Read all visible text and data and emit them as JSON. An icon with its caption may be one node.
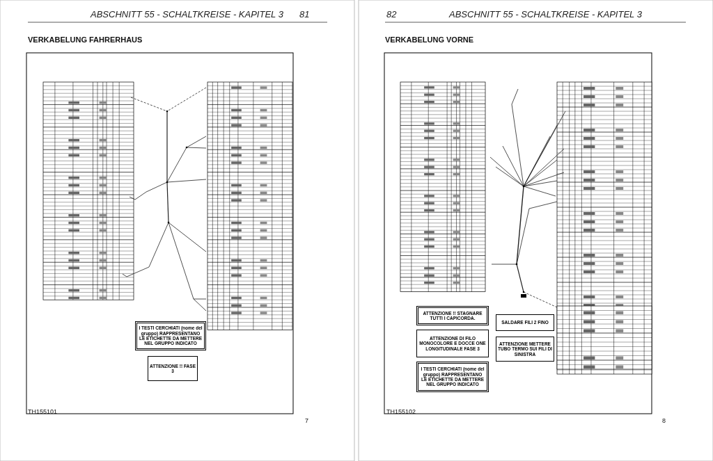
{
  "diagram": {
    "nodes": [
      {
        "text": [
          "I TESTI CERCHIATI (nome del gruppo) RAPPRESENTANO LE ETICHETTE DA METTERE NEL GRUPPO INDICATO"
        ]
      },
      {
        "text": [
          "ATTENZIONE !! FASE 3"
        ]
      },
      {
        "text": [
          "ATTENZIONE !! STAGNARE TUTTI I CAPICORDA."
        ]
      },
      {
        "text": [
          "ATTENZIONE DI FILO MONOCOLORE E DOCCE ONE LONGITUDINALE FASE 3"
        ]
      },
      {
        "text": [
          "I TESTI CERCHIATI (nome del gruppo) RAPPRESENTANO LE ETICHETTE DA METTERE NEL GRUPPO INDICATO"
        ]
      },
      {
        "text": [
          "SALDARE FILI 2 FINO"
        ]
      },
      {
        "text": [
          "ATTENZIONE METTERE TUBO TERMO SUI FILI DI SINISTRA"
        ]
      }
    ],
    "labels": [
      "ABSCHNITT 55 - SCHALTKREISE - KAPITEL 3",
      "81",
      "VERKABELUNG FAHRERHAUS",
      "TH155101",
      "7",
      "82",
      "ABSCHNITT 55 - SCHALTKREISE - KAPITEL 3",
      "VERKABELUNG VORNE",
      "TH155102",
      "8"
    ]
  }
}
